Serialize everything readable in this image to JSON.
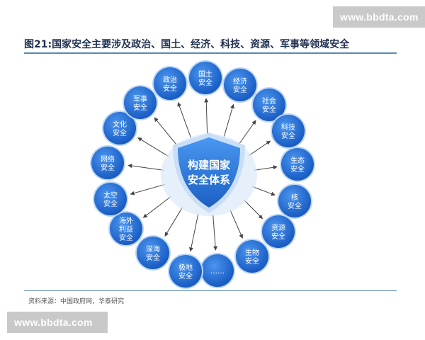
{
  "watermark": {
    "top": "www.bbdta.com",
    "bottom": "www.bbdta.com"
  },
  "title": "图21:国家安全主要涉及政治、国土、经济、科技、资源、军事等领域安全",
  "source": "资料来源：中国政府网，华泰研究",
  "center": {
    "lines": [
      "构建国家",
      "安全体系"
    ]
  },
  "nodes": [
    {
      "name": "node-political",
      "lines": [
        "政治",
        "安全"
      ]
    },
    {
      "name": "node-territory",
      "lines": [
        "国土",
        "安全"
      ]
    },
    {
      "name": "node-economic",
      "lines": [
        "经济",
        "安全"
      ]
    },
    {
      "name": "node-social",
      "lines": [
        "社会",
        "安全"
      ]
    },
    {
      "name": "node-tech",
      "lines": [
        "科技",
        "安全"
      ]
    },
    {
      "name": "node-ecology",
      "lines": [
        "生态",
        "安全"
      ]
    },
    {
      "name": "node-nuclear",
      "lines": [
        "核",
        "安全"
      ]
    },
    {
      "name": "node-resource",
      "lines": [
        "资源",
        "安全"
      ]
    },
    {
      "name": "node-biological",
      "lines": [
        "生物",
        "安全"
      ]
    },
    {
      "name": "node-more",
      "lines": [
        "……"
      ]
    },
    {
      "name": "node-polar",
      "lines": [
        "极地",
        "安全"
      ]
    },
    {
      "name": "node-deepsea",
      "lines": [
        "深海",
        "安全"
      ]
    },
    {
      "name": "node-overseas",
      "lines": [
        "海外",
        "利益",
        "安全"
      ]
    },
    {
      "name": "node-space",
      "lines": [
        "太空",
        "安全"
      ]
    },
    {
      "name": "node-network",
      "lines": [
        "网络",
        "安全"
      ]
    },
    {
      "name": "node-culture",
      "lines": [
        "文化",
        "安全"
      ]
    },
    {
      "name": "node-military",
      "lines": [
        "军事",
        "安全"
      ]
    }
  ],
  "colors": {
    "node": "#1f6fd6",
    "node_edge": "#bcd6f5",
    "arrow": "#444444",
    "shield": "#2f7fe0"
  }
}
